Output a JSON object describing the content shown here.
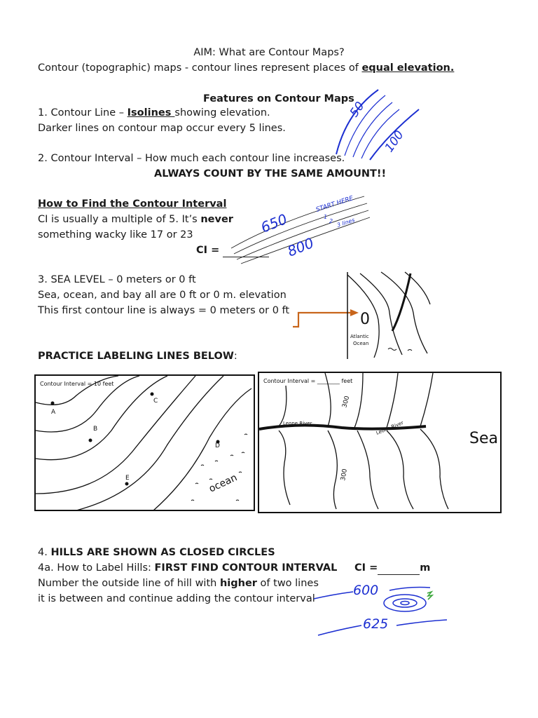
{
  "header": {
    "aim": "AIM: What are Contour Maps?",
    "definition_pre": "Contour (topographic) maps - contour lines represent places of ",
    "definition_bold": "equal elevation."
  },
  "features": {
    "title": "Features on Contour Maps",
    "item1_pre": "1. Contour Line – ",
    "item1_bold": "Isolines ",
    "item1_post": "showing elevation.",
    "item1_line2": "Darker lines on contour map occur every 5 lines.",
    "item2": "2. Contour Interval – How much each contour line increases.",
    "item2_emphasis": "ALWAYS COUNT BY THE SAME AMOUNT!!"
  },
  "how_to": {
    "heading": "How to Find the Contour Interval",
    "line1_pre": "CI is usually a multiple of 5. It’s ",
    "line1_bold": "never",
    "line2": "something wacky like 17 or 23",
    "ci_label": "CI = "
  },
  "sea_level": {
    "line1": "3. SEA LEVEL – 0 meters or 0 ft",
    "line2": "Sea, ocean, and bay all are 0 ft or 0 m. elevation",
    "line3": "This first contour line is always = 0 meters or 0 ft"
  },
  "practice": {
    "heading_bold": "PRACTICE LABELING LINES BELOW",
    "heading_tail": ":"
  },
  "hills": {
    "heading_pre": "4. ",
    "heading_bold": "HILLS ARE SHOWN AS CLOSED CIRCLES",
    "label_pre": "4a. How to Label Hills:  ",
    "label_bold": "FIRST FIND CONTOUR INTERVAL",
    "ci_pre": "CI =",
    "ci_unit": "m",
    "line2_pre": "Number the outside line of hill with ",
    "line2_bold": "higher",
    "line2_post": " of two lines",
    "line3": "it is between and continue adding the contour interval"
  },
  "sketches": {
    "contour_labels": [
      "50",
      "100"
    ],
    "ci_labels": [
      "650",
      "800"
    ],
    "start_here": "START HERE",
    "count_marks": [
      "1",
      "2",
      "3 lines"
    ],
    "sea_zero": "0",
    "atlantic": "Atlantic",
    "ocean": "Ocean",
    "hill_labels": [
      "600",
      "625"
    ]
  },
  "map1": {
    "interval_label": "Contour Interval = 10 feet",
    "points": [
      "A",
      "B",
      "C",
      "D",
      "E"
    ],
    "water_label": "ocean"
  },
  "map2": {
    "interval_pre": "Contour Interval = ",
    "interval_unit": " feet",
    "elevation_labels": [
      "300",
      "300"
    ],
    "river_labels": [
      "Leone River",
      "Leone River"
    ],
    "sea_label": "Sea"
  },
  "colors": {
    "ink_blue": "#1c2fd1",
    "arrow_orange": "#c8651b",
    "check_green": "#3aa63a"
  }
}
